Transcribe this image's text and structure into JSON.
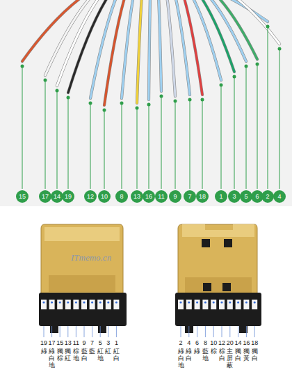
{
  "diagram": {
    "nodes": [
      {
        "text": [
          "15"
        ]
      },
      {
        "text": [
          "17"
        ]
      },
      {
        "text": [
          "14"
        ]
      },
      {
        "text": [
          "19"
        ]
      },
      {
        "text": [
          "12"
        ]
      },
      {
        "text": [
          "10"
        ]
      },
      {
        "text": [
          "8"
        ]
      },
      {
        "text": [
          "13"
        ]
      },
      {
        "text": [
          "16"
        ]
      },
      {
        "text": [
          "11"
        ]
      },
      {
        "text": [
          "9"
        ]
      },
      {
        "text": [
          "7"
        ]
      },
      {
        "text": [
          "18"
        ]
      },
      {
        "text": [
          "1"
        ]
      },
      {
        "text": [
          "3"
        ]
      },
      {
        "text": [
          "5"
        ]
      },
      {
        "text": [
          "6"
        ]
      },
      {
        "text": [
          "2"
        ]
      },
      {
        "text": [
          "4"
        ]
      }
    ],
    "labels": [
      "ITmemo.cn",
      "19",
      "綠",
      "17",
      "綠白地",
      "15",
      "獨棕",
      "13",
      "獨紅",
      "11",
      "棕地",
      "9",
      "藍白",
      "7",
      "藍",
      "5",
      "紅地",
      "3",
      "紅",
      "1",
      "紅白",
      "2",
      "綠白地",
      "4",
      "綠白",
      "6",
      "綠",
      "8",
      "藍地",
      "10",
      "棕",
      "12",
      "棕白",
      "20",
      "主屏蔽",
      "14",
      "獨白",
      "16",
      "獨黃",
      "18",
      "獨白"
    ]
  }
}
